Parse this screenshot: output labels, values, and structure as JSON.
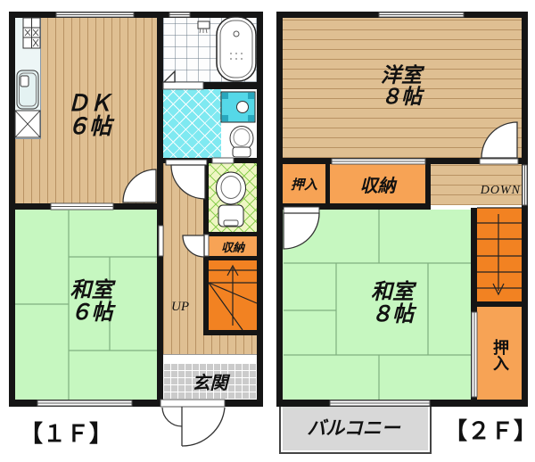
{
  "floor1": {
    "label": "【１Ｆ】",
    "dk": {
      "name": "ＤＫ",
      "size": "６帖"
    },
    "washitsu": {
      "name": "和室",
      "size": "６帖"
    },
    "genkan": "玄関",
    "shuno": "収納",
    "up": "UP"
  },
  "floor2": {
    "label": "【２Ｆ】",
    "yoshitsu": {
      "name": "洋室",
      "size": "８帖"
    },
    "washitsu": {
      "name": "和室",
      "size": "８帖"
    },
    "oshiire_top": "押入",
    "shuno": "収納",
    "oshiire_side": "押入",
    "balcony": "バルコニー",
    "down": "DOWN"
  },
  "colors": {
    "wall": "#151515",
    "wood_floor": "#DFBF92",
    "tatami": "#C6F7C0",
    "tatami_line": "#7FAF7F",
    "closet_orange": "#F7A355",
    "stairs_orange": "#F28222",
    "washroom_cyan": "#7FE9F1",
    "toilet_floor": "#EFF6C3",
    "toilet_grid": "#7CC83E",
    "entry_tile": "#CBCBCB",
    "balcony_gray": "#D8D8D8",
    "vanity_cyan": "#55D8E8"
  }
}
